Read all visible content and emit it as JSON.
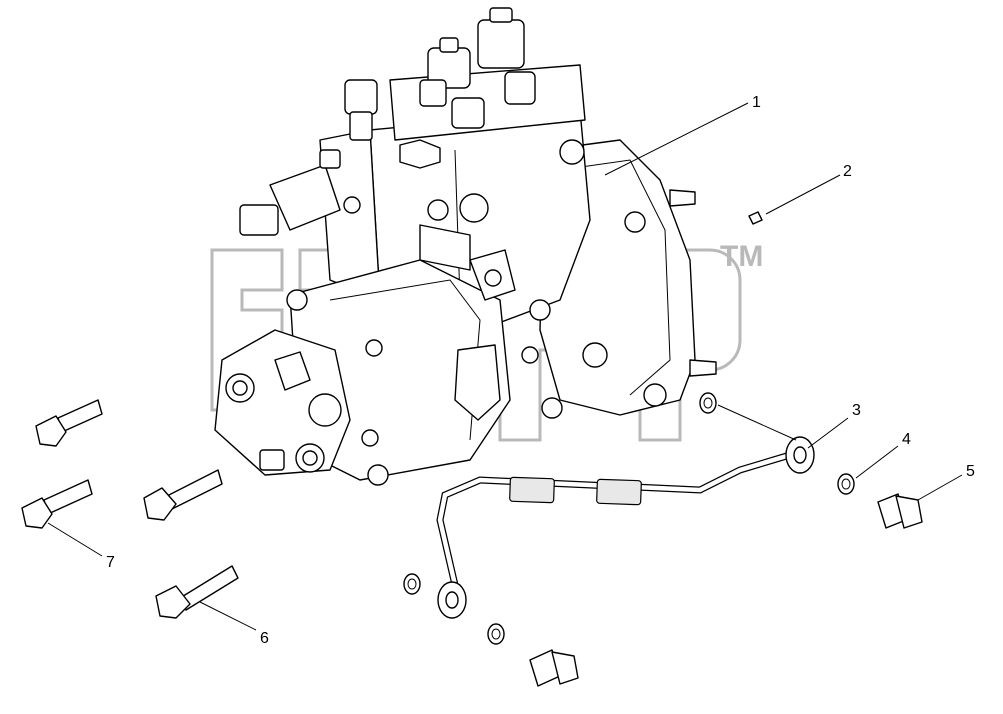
{
  "watermark": {
    "mark": "TM"
  },
  "callouts": [
    {
      "id": "1",
      "part": "fuel-injection-pump"
    },
    {
      "id": "2",
      "part": "plug"
    },
    {
      "id": "3",
      "part": "fuel-line"
    },
    {
      "id": "4",
      "part": "sealing-washer"
    },
    {
      "id": "5",
      "part": "banjo-bolt"
    },
    {
      "id": "6",
      "part": "bolt"
    },
    {
      "id": "7",
      "part": "bolt"
    }
  ]
}
